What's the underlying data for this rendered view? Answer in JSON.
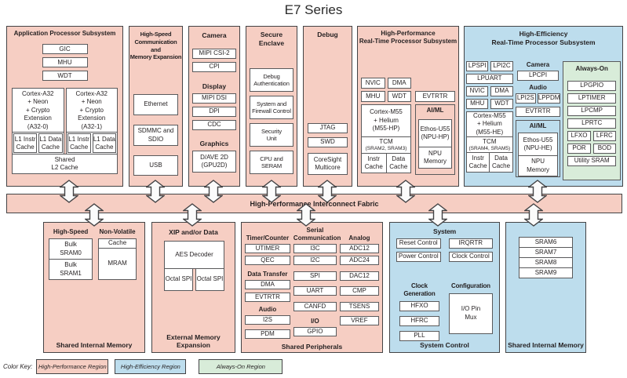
{
  "title": "E7 Series",
  "fabric": {
    "label": "High-Performance Interconnect Fabric"
  },
  "app": {
    "title": "Application Processor Subsystem",
    "units": [
      "GIC",
      "MHU",
      "WDT"
    ],
    "cores": [
      {
        "name": "Cortex-A32\n+ Neon\n+ Crypto Extension\n(A32-0)",
        "icache": "L1 Instr\nCache",
        "dcache": "L1 Data\nCache"
      },
      {
        "name": "Cortex-A32\n+ Neon\n+ Crypto Extension\n(A32-1)",
        "icache": "L1 Instr\nCache",
        "dcache": "L1 Data\nCache"
      }
    ],
    "l2": "Shared\nL2 Cache"
  },
  "hsc": {
    "title": "High-Speed\nCommunication and\nMemory Expansion",
    "units": [
      "Ethernet",
      "SDMMC and\nSDIO",
      "USB"
    ]
  },
  "cdg": {
    "camera": {
      "title": "Camera",
      "units": [
        "MIPI CSI-2",
        "CPI"
      ]
    },
    "display": {
      "title": "Display",
      "units": [
        "MIPI DSI",
        "DPI",
        "CDC"
      ]
    },
    "graphics": {
      "title": "Graphics",
      "unit": "D/AVE 2D\n(GPU2D)"
    }
  },
  "sec": {
    "title": "Secure\nEnclave",
    "units": [
      "Debug\nAuthentication",
      "System and\nFirewall Control",
      "Security\nUnit",
      "CPU and\nSERAM"
    ]
  },
  "dbg": {
    "title": "Debug",
    "units": [
      "JTAG",
      "SWD",
      "CoreSight\nMulticore"
    ]
  },
  "hprt": {
    "title": "High-Performance\nReal-Time Processor Subsystem",
    "row1": [
      "NVIC",
      "DMA"
    ],
    "row2": [
      "MHU",
      "WDT"
    ],
    "core": "Cortex-M55\n+ Helium\n(M55-HP)",
    "tcm": "TCM",
    "tcm_sub": "(SRAM2, SRAM3)",
    "icache": "Instr\nCache",
    "dcache": "Data\nCache",
    "evtrtr": "EVTRTR",
    "aiml": {
      "title": "AI/ML",
      "npu": "Ethos-U55\n(NPU-HP)",
      "mem": "NPU\nMemory"
    }
  },
  "hert": {
    "title": "High-Efficiency\nReal-Time Processor Subsystem",
    "row0": [
      "LPSPI",
      "LPI2C"
    ],
    "lpuart": "LPUART",
    "row1": [
      "NVIC",
      "DMA"
    ],
    "row2": [
      "MHU",
      "WDT"
    ],
    "core": "Cortex-M55\n+ Helium\n(M55-HE)",
    "tcm": "TCM",
    "tcm_sub": "(SRAM4, SRAM5)",
    "icache": "Instr\nCache",
    "dcache": "Data\nCache",
    "camera": {
      "title": "Camera",
      "unit": "LPCPI"
    },
    "audio": {
      "title": "Audio",
      "units": [
        "LPI2S",
        "LPPDM"
      ]
    },
    "evtrtr": "EVTRTR",
    "aiml": {
      "title": "AI/ML",
      "npu": "Ethos-U55\n(NPU-HE)",
      "mem": "NPU\nMemory"
    },
    "aon": {
      "title": "Always-On",
      "units": [
        "LPGPIO",
        "LPTIMER",
        "LPCMP",
        "LPRTC"
      ],
      "row1": [
        "LFXO",
        "LFRC"
      ],
      "row2": [
        "POR",
        "BOD"
      ],
      "sram": "Utility SRAM"
    }
  },
  "simL": {
    "col1": {
      "title": "High-Speed",
      "units": [
        "Bulk\nSRAM0",
        "Bulk\nSRAM1"
      ]
    },
    "col2": {
      "title": "Non-Volatile",
      "top": "Cache",
      "bottom": "MRAM"
    },
    "footer": "Shared Internal Memory"
  },
  "eme": {
    "header": "XIP and/or Data",
    "aes": "AES Decoder",
    "spi": [
      "Octal SPI",
      "Octal SPI"
    ],
    "footer": "External Memory\nExpansion"
  },
  "sp": {
    "col1": {
      "h1": "Timer/Counter",
      "u1": [
        "UTIMER",
        "QEC"
      ],
      "h2": "Data Transfer",
      "u2": [
        "DMA",
        "EVTRTR"
      ],
      "h3": "Audio",
      "u3": [
        "I2S",
        "PDM"
      ]
    },
    "col2": {
      "h1": "Serial\nCommunication",
      "u1": [
        "I3C",
        "I2C",
        "SPI",
        "UART",
        "CANFD"
      ],
      "h2": "I/O",
      "u2": [
        "GPIO"
      ]
    },
    "col3": {
      "h1": "Analog",
      "u1": [
        "ADC12",
        "ADC24",
        "DAC12",
        "CMP",
        "TSENS",
        "VREF"
      ]
    },
    "footer": "Shared Peripherals"
  },
  "sys": {
    "h1": "System",
    "row1": [
      "Reset Control",
      "IRQRTR"
    ],
    "row2": [
      "Power Control",
      "Clock Control"
    ],
    "clock": {
      "title": "Clock Generation",
      "units": [
        "HFXO",
        "HFRC",
        "PLL"
      ]
    },
    "config": {
      "title": "Configuration",
      "unit": "I/O Pin\nMux"
    },
    "footer": "System Control"
  },
  "simR": {
    "units": [
      "SRAM6",
      "SRAM7",
      "SRAM8",
      "SRAM9"
    ],
    "footer": "Shared Internal Memory"
  },
  "color_key": {
    "label": "Color Key:",
    "items": [
      {
        "label": "High-Performance Region",
        "color": "#f6cec3"
      },
      {
        "label": "High-Efficiency Region",
        "color": "#bddded"
      },
      {
        "label": "Always-On Region",
        "color": "#d8ecd9"
      }
    ]
  },
  "colors": {
    "region_border": "#434345",
    "box_border": "#59595b",
    "high_performance": "#f6cec3",
    "high_efficiency": "#bddded",
    "always_on": "#d8ecd9"
  }
}
